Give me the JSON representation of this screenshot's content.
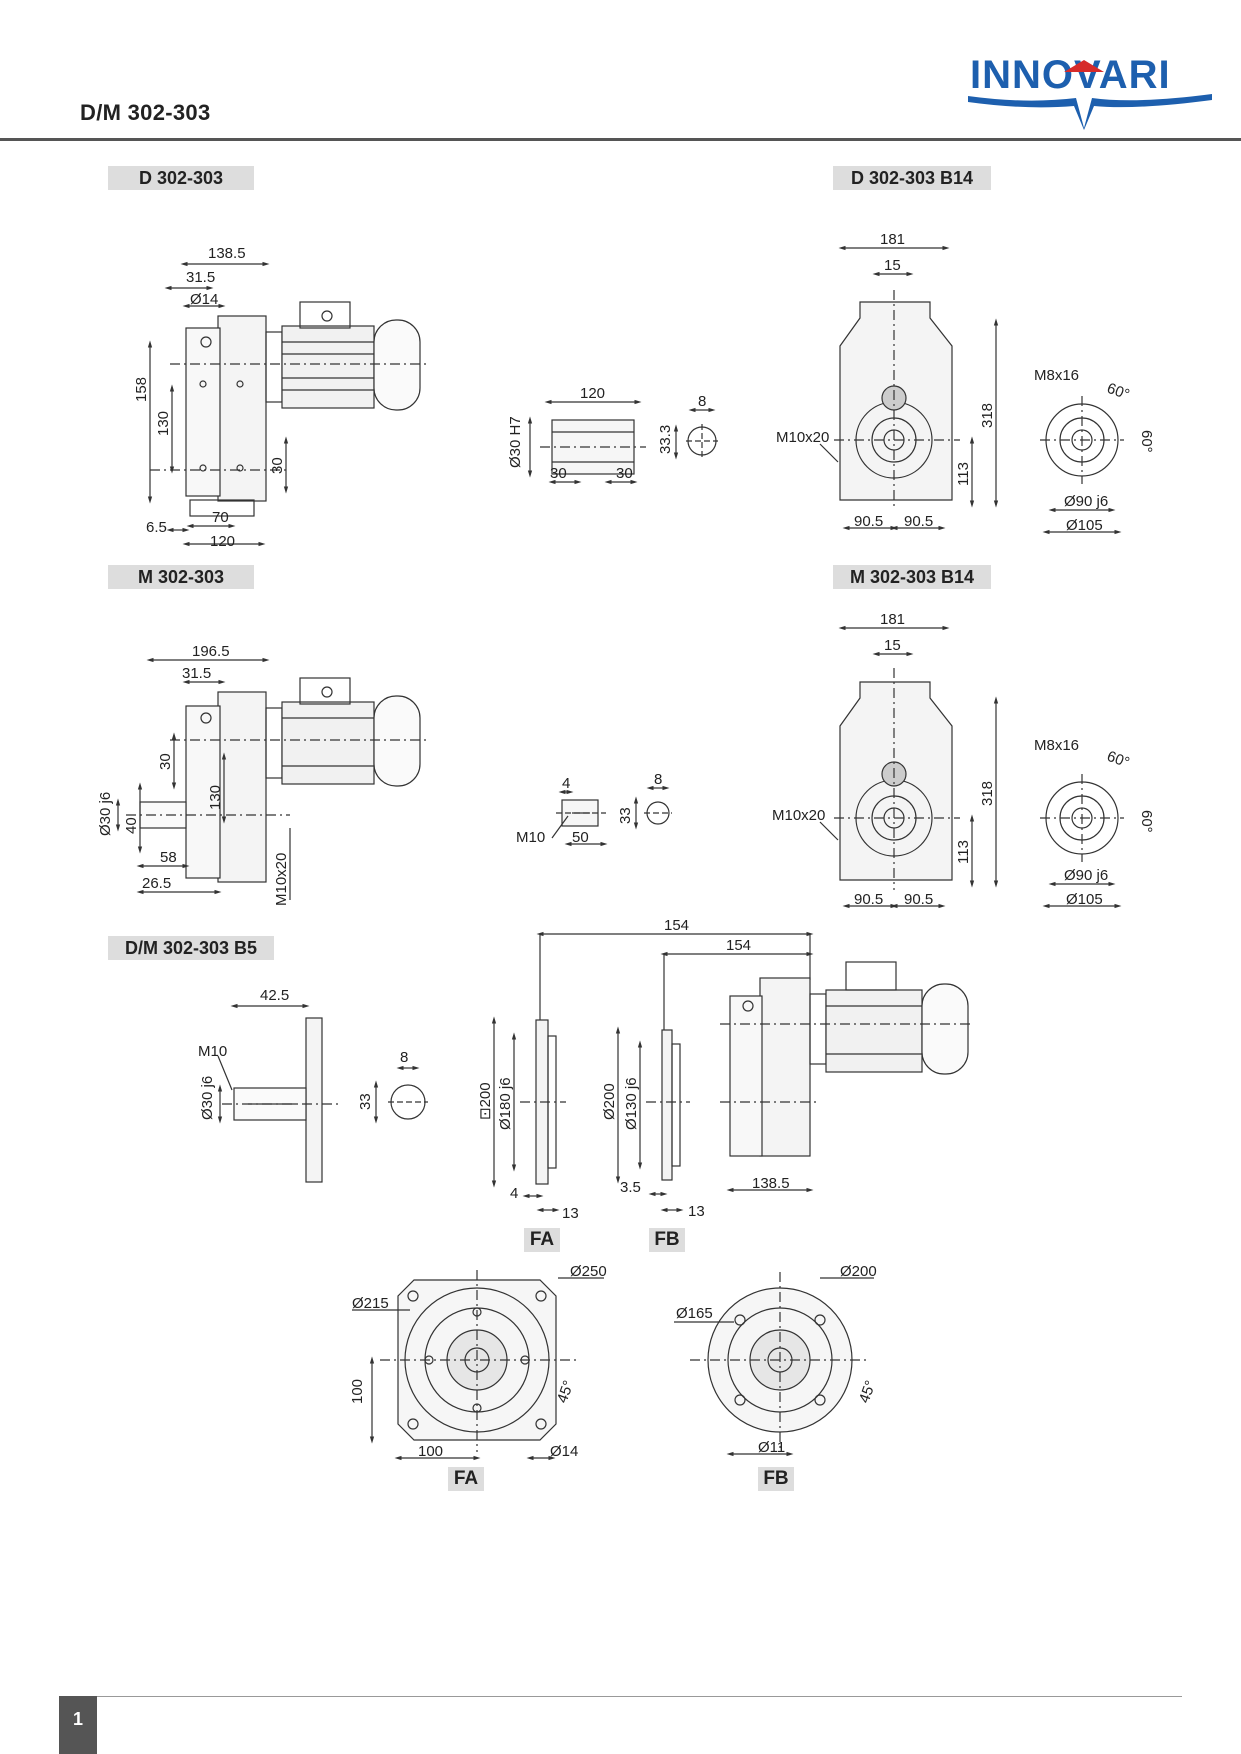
{
  "header": {
    "title": "D/M 302-303",
    "brand": "INNOVARI"
  },
  "sections": {
    "d_302_303": "D 302-303",
    "d_302_303_b14": "D 302-303 B14",
    "m_302_303": "M 302-303",
    "m_302_303_b14": "M 302-303 B14",
    "dm_b5": "D/M 302-303 B5"
  },
  "flange_labels": {
    "fa": "FA",
    "fb": "FB",
    "fa_bottom": "FA",
    "fb_bottom": "FB"
  },
  "dims": {
    "d1": {
      "w138": "138.5",
      "w31": "31.5",
      "d14": "Ø14",
      "h158": "158",
      "h130": "130",
      "h30": "30",
      "w6": "6.5",
      "w70": "70",
      "w120": "120"
    },
    "shaft_d": {
      "w120": "120",
      "d30h7": "Ø30 H7",
      "w30a": "30",
      "w30b": "30",
      "w8": "8",
      "h33": "33.3"
    },
    "d_b14": {
      "w181": "181",
      "w15": "15",
      "m10": "M10x20",
      "h318": "318",
      "h113": "113",
      "w90a": "90.5",
      "w90b": "90.5",
      "m8": "M8x16",
      "a60a": "60°",
      "a60b": "60°",
      "d90": "Ø90 j6",
      "d105": "Ø105"
    },
    "m1": {
      "w196": "196.5",
      "w31": "31.5",
      "h30": "30",
      "d30j6": "Ø30 j6",
      "h40": "40",
      "h130": "130",
      "w58": "58",
      "w26": "26.5",
      "m10": "M10x20"
    },
    "shaft_m": {
      "w4": "4",
      "m10": "M10",
      "w50": "50",
      "h33": "33",
      "w8": "8"
    },
    "m_b14": {
      "w181": "181",
      "w15": "15",
      "m10": "M10x20",
      "h318": "318",
      "h113": "113",
      "w90a": "90.5",
      "w90b": "90.5",
      "m8": "M8x16",
      "a60a": "60°",
      "a60b": "60°",
      "d90": "Ø90 j6",
      "d105": "Ø105"
    },
    "b5": {
      "w42": "42.5",
      "m10": "M10",
      "d30": "Ø30 j6",
      "w8": "8",
      "h33": "33",
      "w154a": "154",
      "w154b": "154",
      "fa_d200": "⊡200",
      "fa_d180": "Ø180 j6",
      "fa_w4": "4",
      "fa_w13": "13",
      "fb_d200": "Ø200",
      "fb_d130": "Ø130 j6",
      "fb_w35": "3.5",
      "fb_w13": "13",
      "w138": "138.5"
    },
    "fa_face": {
      "d215": "Ø215",
      "d250": "Ø250",
      "h100": "100",
      "w100": "100",
      "d14": "Ø14",
      "a45": "45°"
    },
    "fb_face": {
      "d200": "Ø200",
      "d165": "Ø165",
      "d11": "Ø11",
      "a45": "45°"
    }
  },
  "footer": {
    "page_number": "1"
  },
  "colors": {
    "brand_blue": "#1d5fae",
    "brand_red": "#d62b2b",
    "label_bg": "#dddddd",
    "rule": "#555555"
  }
}
